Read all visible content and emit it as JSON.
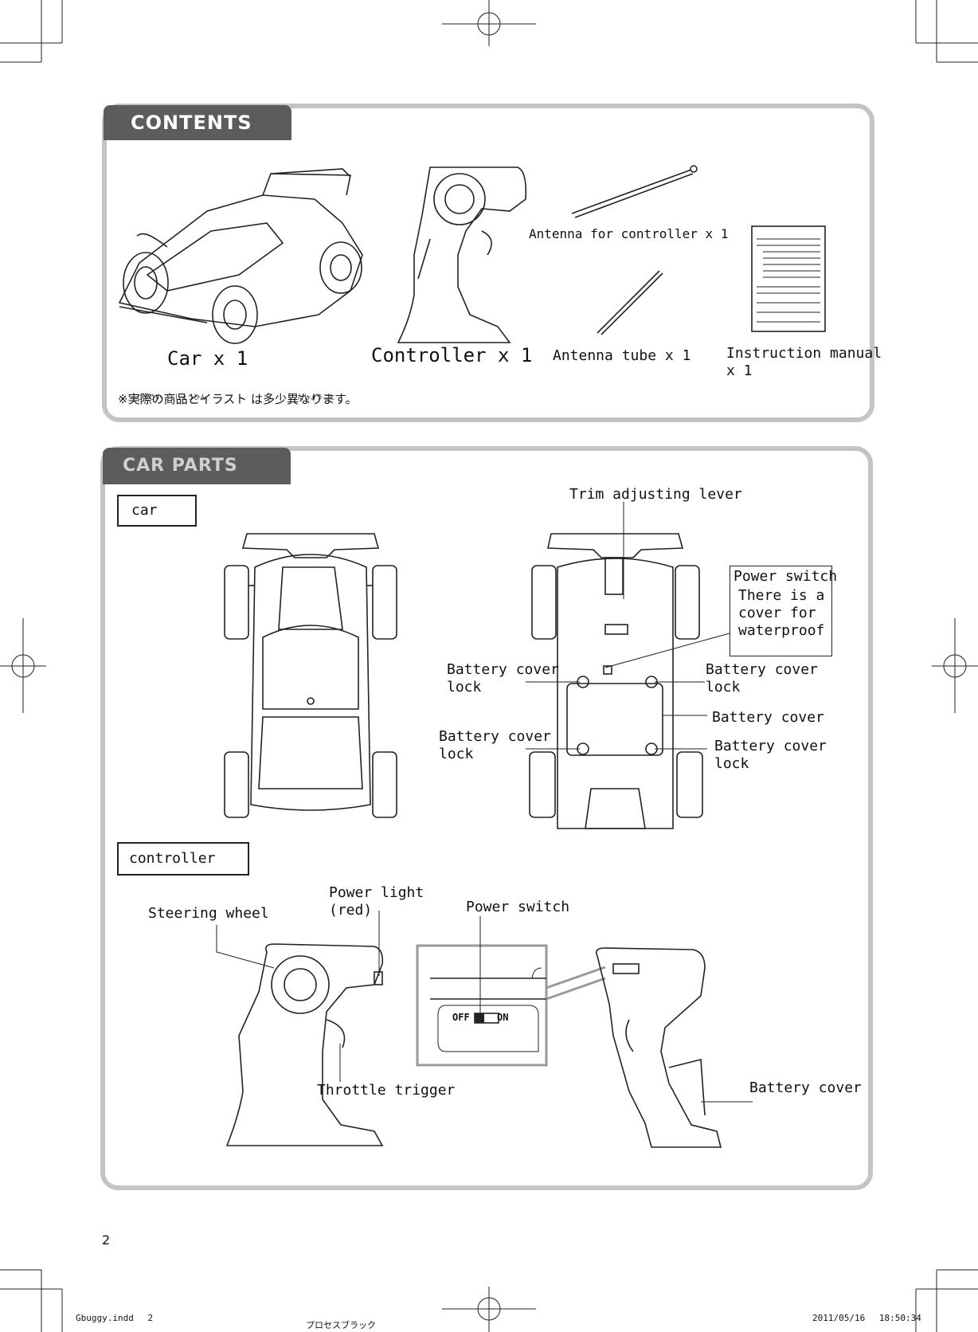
{
  "contents": {
    "title": "CONTENTS",
    "car_label": "Car x 1",
    "controller_label": "Controller x 1",
    "antenna_label": "Antenna for controller x 1",
    "antenna_tube_label": "Antenna tube x 1",
    "manual_label": "Instruction manual\nx 1",
    "note": "※実際の商品とイラスト は多少異なります。",
    "note_ruby": [
      "じっさい",
      "しょうひん",
      "たしょうこと"
    ]
  },
  "car_parts": {
    "title": "CAR  PARTS",
    "car_box": "car",
    "controller_box": "controller",
    "car_labels": {
      "trim": "Trim adjusting lever",
      "power_switch": "Power switch",
      "power_switch_note": "There is a\ncover for\nwaterproof",
      "bcl_left_1": "Battery cover\nlock",
      "bcl_right_1": "Battery cover\nlock",
      "battery_cover": "Battery cover",
      "bcl_left_2": "Battery cover\nlock",
      "bcl_right_2": "Battery cover\nlock"
    },
    "controller_labels": {
      "steering": "Steering wheel",
      "power_light": "Power light\n(red)",
      "power_switch": "Power switch",
      "throttle": "Throttle trigger",
      "battery_cover": "Battery cover",
      "off": "OFF",
      "on": "ON"
    }
  },
  "footer": {
    "page_number": "2",
    "file": "Gbuggy.indd　 2",
    "ink": "プロセスブラック",
    "datetime": "2011/05/16　 18:50:34"
  }
}
